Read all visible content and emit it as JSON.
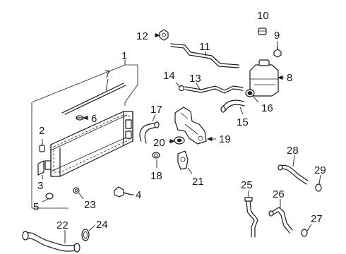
{
  "diagram": {
    "callouts": {
      "c1": "1",
      "c2": "2",
      "c3": "3",
      "c4": "4",
      "c5": "5",
      "c6": "6",
      "c7": "7",
      "c8": "8",
      "c9": "9",
      "c10": "10",
      "c11": "11",
      "c12": "12",
      "c13": "13",
      "c14": "14",
      "c15": "15",
      "c16": "16",
      "c17": "17",
      "c18": "18",
      "c19": "19",
      "c20": "20",
      "c21": "21",
      "c22": "22",
      "c23": "23",
      "c24": "24",
      "c25": "25",
      "c26": "26",
      "c27": "27",
      "c28": "28",
      "c29": "29"
    }
  }
}
